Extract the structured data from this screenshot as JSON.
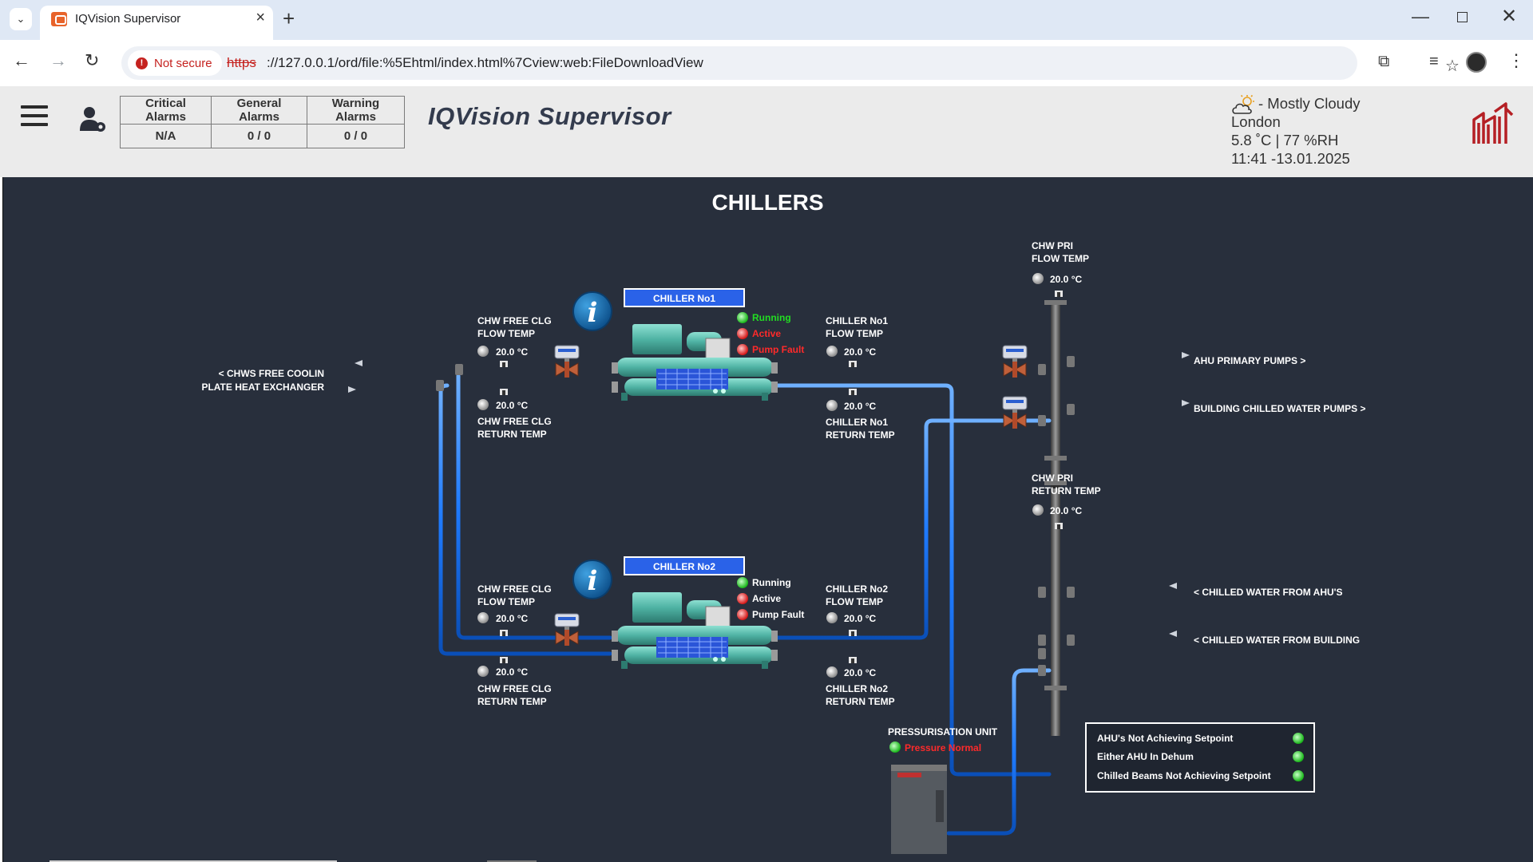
{
  "browser": {
    "tab_title": "IQVision Supervisor",
    "security_label": "Not secure",
    "url_scheme": "https",
    "url_rest": "://127.0.0.1/ord/file:%5Ehtml/index.html%7Cview:web:FileDownloadView"
  },
  "header": {
    "app_title": "IQVision Supervisor",
    "alarms": {
      "headers": [
        "Critical Alarms",
        "General Alarms",
        "Warning Alarms"
      ],
      "values": [
        "N/A",
        "0 / 0",
        "0 / 0"
      ]
    },
    "weather": {
      "condition": "- Mostly Cloudy",
      "city": "London",
      "temp_rh": "5.8 ˚C | 77 %RH",
      "datetime": "11:41 -13.01.2025"
    }
  },
  "page": {
    "title": "CHILLERS"
  },
  "colors": {
    "pipe": "#1f7bff",
    "background": "#282f3c",
    "ok_green": "#22dd22",
    "alarm_red": "#ff2a2a",
    "chiller_body": "#5fbfb0"
  },
  "diagram": {
    "free_cooling_hx_label": [
      "< CHWS FREE COOLIN",
      "PLATE HEAT EXCHANGER"
    ],
    "chiller1": {
      "name": "CHILLER No1",
      "statuses": [
        {
          "label": "Running",
          "state": "ok"
        },
        {
          "label": "Active",
          "state": "alarm"
        },
        {
          "label": "Pump Fault",
          "state": "alarm"
        }
      ],
      "free_flow": {
        "label": [
          "CHW FREE CLG",
          "FLOW TEMP"
        ],
        "value": "20.0 °C"
      },
      "free_return": {
        "label": [
          "CHW FREE CLG",
          "RETURN TEMP"
        ],
        "value": "20.0 °C"
      },
      "flow": {
        "label": [
          "CHILLER No1",
          "FLOW TEMP"
        ],
        "value": "20.0 °C"
      },
      "return": {
        "label": [
          "CHILLER No1",
          "RETURN TEMP"
        ],
        "value": "20.0 °C"
      }
    },
    "chiller2": {
      "name": "CHILLER No2",
      "statuses": [
        {
          "label": "Running",
          "state": "ok"
        },
        {
          "label": "Active",
          "state": "alarm"
        },
        {
          "label": "Pump Fault",
          "state": "alarm"
        }
      ],
      "free_flow": {
        "label": [
          "CHW FREE CLG",
          "FLOW TEMP"
        ],
        "value": "20.0 °C"
      },
      "free_return": {
        "label": [
          "CHW FREE CLG",
          "RETURN TEMP"
        ],
        "value": "20.0 °C"
      },
      "flow": {
        "label": [
          "CHILLER No2",
          "FLOW TEMP"
        ],
        "value": "20.0 °C"
      },
      "return": {
        "label": [
          "CHILLER No2",
          "RETURN TEMP"
        ],
        "value": "20.0 °C"
      }
    },
    "pri_flow": {
      "label": [
        "CHW PRI",
        "FLOW TEMP"
      ],
      "value": "20.0 °C"
    },
    "pri_return": {
      "label": [
        "CHW PRI",
        "RETURN TEMP"
      ],
      "value": "20.0 °C"
    },
    "destinations": {
      "ahu_primary_pumps": "AHU PRIMARY PUMPS >",
      "building_pumps": "BUILDING CHILLED WATER PUMPS >",
      "from_ahus": "< CHILLED WATER FROM AHU'S",
      "from_building": "< CHILLED WATER FROM BUILDING"
    },
    "pressurisation": {
      "title": "PRESSURISATION UNIT",
      "status": "Pressure Normal"
    },
    "status_panel": [
      {
        "label": "AHU's Not Achieving Setpoint",
        "state": "ok"
      },
      {
        "label": "Either AHU In Dehum",
        "state": "ok"
      },
      {
        "label": "Chilled Beams Not Achieving Setpoint",
        "state": "ok"
      }
    ]
  }
}
